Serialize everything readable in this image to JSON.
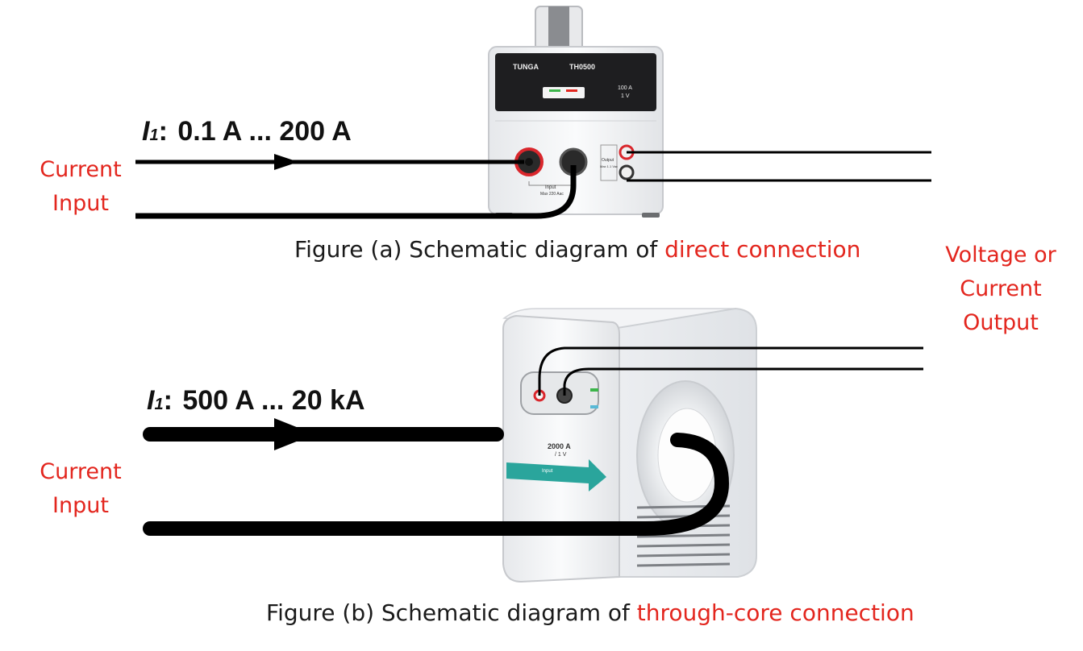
{
  "figure_a": {
    "range_symbol": "I",
    "range_sub": "1",
    "range_sep": ":",
    "range_text": "0.1 A ... 200 A",
    "input_label": [
      "Current",
      "Input"
    ],
    "caption_prefix": "Figure (a) Schematic diagram of ",
    "caption_highlight": "direct connection",
    "device": {
      "brand": "TUNGA",
      "model": "TH0500",
      "ratio_top": "100 A",
      "ratio_bottom": "1 V",
      "input_label": "Input",
      "input_max": "Max 220 Aac",
      "output_label": "Output",
      "output_max": "Max 1.1 Vac"
    }
  },
  "figure_b": {
    "range_symbol": "I",
    "range_sub": "1",
    "range_sep": ":",
    "range_text": "500 A ... 20 kA",
    "input_label": [
      "Current",
      "Input"
    ],
    "caption_prefix": "Figure (b) Schematic diagram of ",
    "caption_highlight": "through-core connection",
    "device": {
      "ratio_top": "2000 A",
      "ratio_bottom": "/ 1 V",
      "arrow_label": "Input"
    }
  },
  "output_label": [
    "Voltage or",
    "Current",
    "Output"
  ],
  "colors": {
    "highlight": "#e3261e",
    "wire": "#000000",
    "device_body": "#f2f3f5",
    "device_panel": "#1e1e20",
    "teal_arrow": "#2aa59c"
  }
}
